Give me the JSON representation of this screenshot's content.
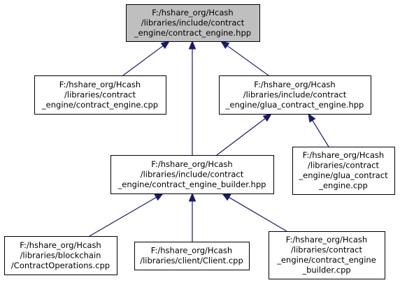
{
  "graph": {
    "nodes": [
      {
        "id": "n0",
        "root": true,
        "lines": [
          "F:/hshare_org/Hcash",
          "/libraries/include/contract",
          "_engine/contract_engine.hpp"
        ]
      },
      {
        "id": "n1",
        "lines": [
          "F:/hshare_org/Hcash",
          "/libraries/contract",
          "_engine/contract_engine.cpp"
        ]
      },
      {
        "id": "n2",
        "lines": [
          "F:/hshare_org/Hcash",
          "/libraries/include/contract",
          "_engine/glua_contract_engine.hpp"
        ]
      },
      {
        "id": "n3",
        "lines": [
          "F:/hshare_org/Hcash",
          "/libraries/include/contract",
          "_engine/contract_engine_builder.hpp"
        ]
      },
      {
        "id": "n4",
        "lines": [
          "F:/hshare_org/Hcash",
          "/libraries/contract",
          "_engine/glua_contract",
          "_engine.cpp"
        ]
      },
      {
        "id": "n5",
        "lines": [
          "F:/hshare_org/Hcash",
          "/libraries/blockchain",
          "/ContractOperations.cpp"
        ]
      },
      {
        "id": "n6",
        "lines": [
          "F:/hshare_org/Hcash",
          "/libraries/client/Client.cpp"
        ]
      },
      {
        "id": "n7",
        "lines": [
          "F:/hshare_org/Hcash",
          "/libraries/contract",
          "_engine/contract_engine",
          "_builder.cpp"
        ]
      }
    ],
    "edges": [
      {
        "from": "n1",
        "to": "n0"
      },
      {
        "from": "n3",
        "to": "n0"
      },
      {
        "from": "n2",
        "to": "n0"
      },
      {
        "from": "n3",
        "to": "n2"
      },
      {
        "from": "n4",
        "to": "n2"
      },
      {
        "from": "n5",
        "to": "n3"
      },
      {
        "from": "n6",
        "to": "n3"
      },
      {
        "from": "n7",
        "to": "n3"
      }
    ]
  }
}
